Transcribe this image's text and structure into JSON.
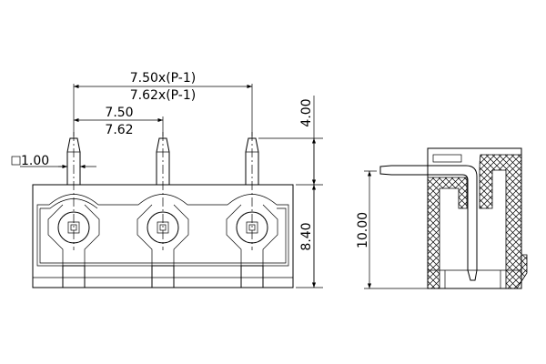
{
  "drawing": {
    "front_view": {
      "pitch_total_a": "7.50x(P-1)",
      "pitch_total_b": "7.62x(P-1)",
      "pitch_a": "7.50",
      "pitch_b": "7.62",
      "pin_size": "1.00",
      "pin_height": "4.00",
      "body_height": "8.40",
      "pin_count": 3
    },
    "side_view": {
      "height": "10.00"
    },
    "line_color": "#000000",
    "background_color": "#ffffff"
  }
}
